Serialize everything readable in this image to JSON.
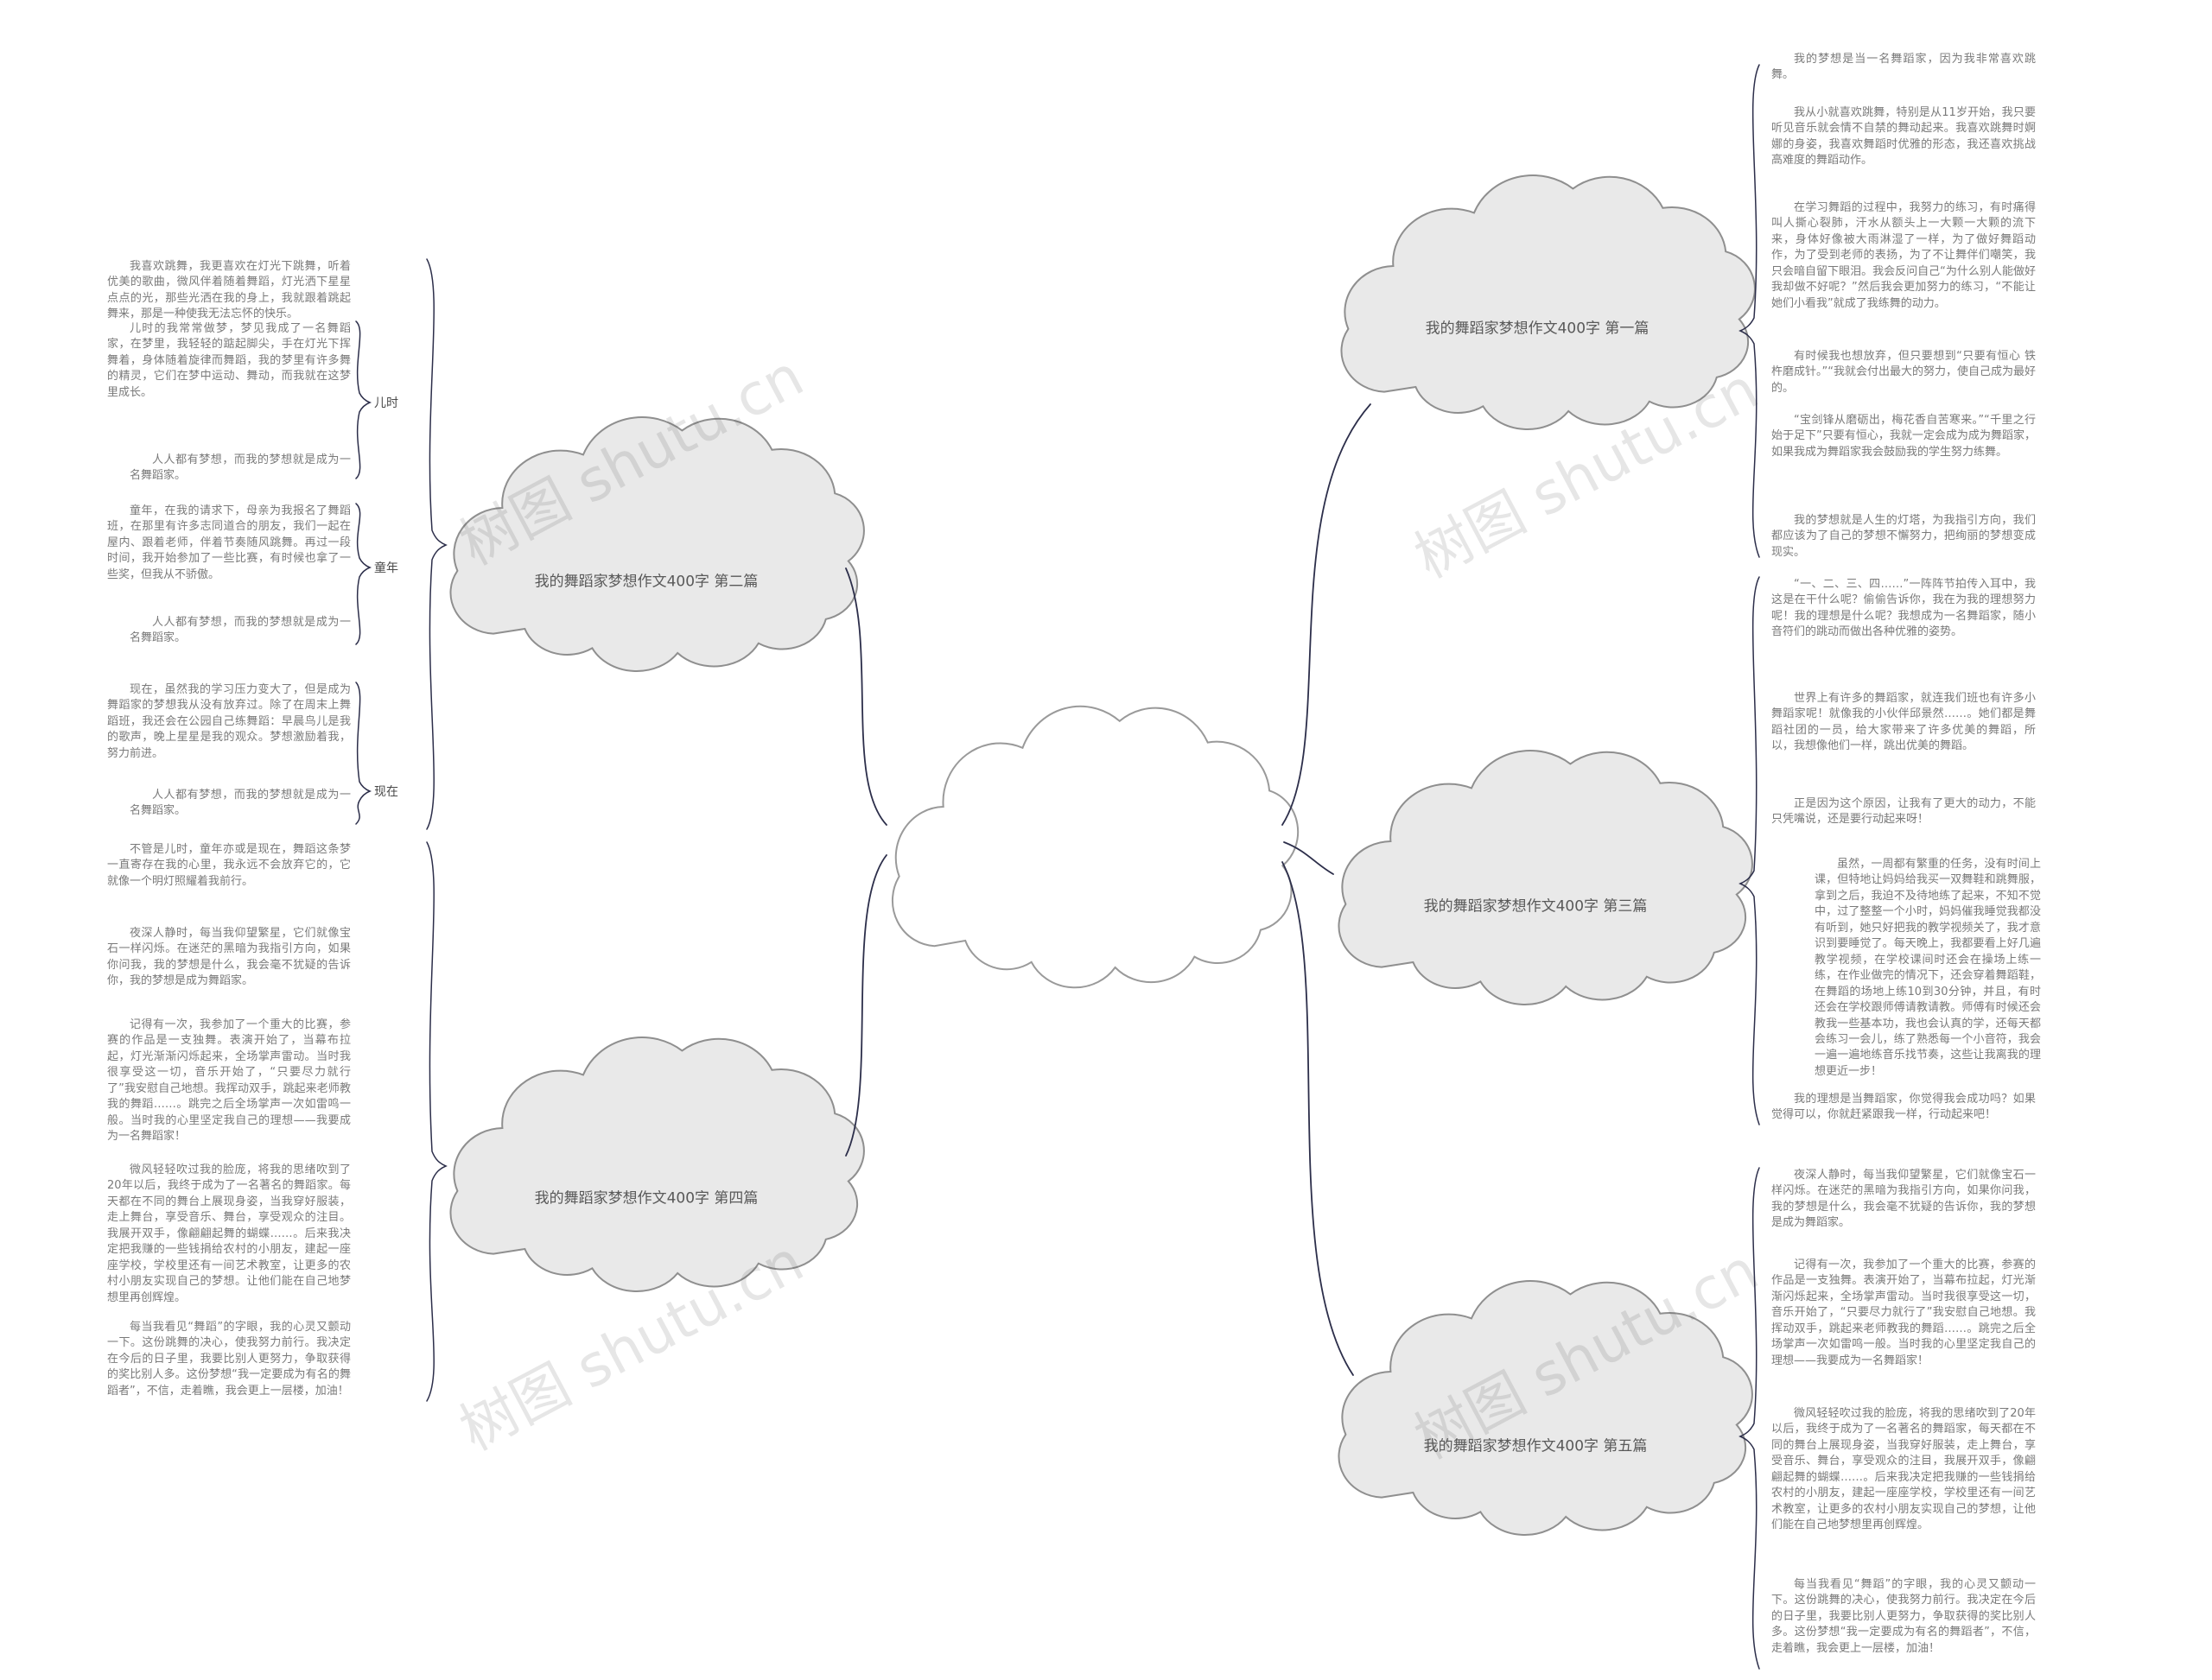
{
  "meta": {
    "site_cn": "树图",
    "site_domain": "shutu.cn"
  },
  "colors": {
    "cloud_fill": "#e9e9e9",
    "cloud_stroke": "#8f8f8f",
    "line": "#2c2e4a",
    "text": "#7a7a7a"
  },
  "branches": [
    "我的舞蹈家梦想作文400字 第一篇",
    "我的舞蹈家梦想作文400字 第二篇",
    "我的舞蹈家梦想作文400字 第三篇",
    "我的舞蹈家梦想作文400字 第四篇",
    "我的舞蹈家梦想作文400字 第五篇"
  ],
  "stage_labels": [
    "儿时",
    "童年",
    "现在"
  ],
  "left_blocks": [
    "我喜欢跳舞，我更喜欢在灯光下跳舞，听着优美的歌曲，微风伴着随着舞蹈，灯光洒下星星点点的光，那些光洒在我的身上，我就跟着跳起舞来，那是一种使我无法忘怀的快乐。",
    "儿时的我常常做梦，梦见我成了一名舞蹈家，在梦里，我轻轻的踮起脚尖，手在灯光下挥舞着，身体随着旋律而舞蹈，我的梦里有许多舞的精灵，它们在梦中运动、舞动，而我就在这梦里成长。",
    "人人都有梦想，而我的梦想就是成为一名舞蹈家。",
    "童年，在我的请求下，母亲为我报名了舞蹈班，在那里有许多志同道合的朋友，我们一起在屋内、跟着老师，伴着节奏随风跳舞。再过一段时间，我开始参加了一些比赛，有时候也拿了一些奖，但我从不骄傲。",
    "人人都有梦想，而我的梦想就是成为一名舞蹈家。",
    "现在，虽然我的学习压力变大了，但是成为舞蹈家的梦想我从没有放弃过。除了在周末上舞蹈班，我还会在公园自己练舞蹈：早晨鸟儿是我的歌声，晚上星星是我的观众。梦想激励着我，努力前进。",
    "人人都有梦想，而我的梦想就是成为一名舞蹈家。",
    "不管是儿时，童年亦或是现在，舞蹈这条梦一直寄存在我的心里，我永远不会放弃它的，它就像一个明灯照耀着我前行。",
    "夜深人静时，每当我仰望繁星，它们就像宝石一样闪烁。在迷茫的黑暗为我指引方向，如果你问我，我的梦想是什么，我会毫不犹疑的告诉你，我的梦想是成为舞蹈家。",
    "记得有一次，我参加了一个重大的比赛，参赛的作品是一支独舞。表演开始了，当幕布拉起，灯光渐渐闪烁起来，全场掌声雷动。当时我很享受这一切，音乐开始了，“只要尽力就行了”我安慰自己地想。我挥动双手，跳起来老师教我的舞蹈……。跳完之后全场掌声一次如雷鸣一般。当时我的心里坚定我自己的理想——我要成为一名舞蹈家！",
    "微风轻轻吹过我的脸庞，将我的思绪吹到了20年以后，我终于成为了一名著名的舞蹈家。每天都在不同的舞台上展现身姿，当我穿好服装，走上舞台，享受音乐、舞台，享受观众的注目。我展开双手，像翩翩起舞的蝴蝶……。后来我决定把我赚的一些钱捐给农村的小朋友，建起一座座学校，学校里还有一间艺术教室，让更多的农村小朋友实现自己的梦想。让他们能在自己地梦想里再创辉煌。",
    "每当我看见“舞蹈”的字眼，我的心灵又颤动一下。这份跳舞的决心，使我努力前行。我决定在今后的日子里，我要比别人更努力，争取获得的奖比别人多。这份梦想“我一定要成为有名的舞蹈者”，不信，走着瞧，我会更上一层楼，加油！"
  ],
  "right_blocks": [
    "我的梦想是当一名舞蹈家，因为我非常喜欢跳舞。",
    "我从小就喜欢跳舞，特别是从11岁开始，我只要听见音乐就会情不自禁的舞动起来。我喜欢跳舞时婀娜的身姿，我喜欢舞蹈时优雅的形态，我还喜欢挑战高难度的舞蹈动作。",
    "在学习舞蹈的过程中，我努力的练习，有时痛得叫人撕心裂肺，汗水从额头上一大颗一大颗的流下来，身体好像被大雨淋湿了一样，为了做好舞蹈动作，为了受到老师的表扬，为了不让舞伴们嘲笑，我只会暗自留下眼泪。我会反问自己“为什么别人能做好我却做不好呢？”然后我会更加努力的练习，“不能让她们小看我”就成了我练舞的动力。",
    "有时候我也想放弃，但只要想到“只要有恒心 铁杵磨成针。”“我就会付出最大的努力，使自己成为最好的。",
    "“宝剑锋从磨砺出，梅花香自苦寒来。”“千里之行始于足下”只要有恒心，我就一定会成为成为舞蹈家，如果我成为舞蹈家我会鼓励我的学生努力练舞。",
    "我的梦想就是人生的灯塔，为我指引方向，我们都应该为了自己的梦想不懈努力，把绚丽的梦想变成现实。",
    "“一、二、三、四……”一阵阵节拍传入耳中，我这是在干什么呢？偷偷告诉你，我在为我的理想努力呢！我的理想是什么呢？我想成为一名舞蹈家，随小音符们的跳动而做出各种优雅的姿势。",
    "世界上有许多的舞蹈家，就连我们班也有许多小舞蹈家呢！就像我的小伙伴邱景然……。她们都是舞蹈社团的一员，给大家带来了许多优美的舞蹈，所以，我想像他们一样，跳出优美的舞蹈。",
    "正是因为这个原因，让我有了更大的动力，不能只凭嘴说，还是要行动起来呀！",
    "虽然，一周都有繁重的任务，没有时间上课，但特地让妈妈给我买一双舞鞋和跳舞服，拿到之后，我迫不及待地练了起来，不知不觉中，过了整整一个小时，妈妈催我睡觉我都没有听到，她只好把我的教学视频关了，我才意识到要睡觉了。每天晚上，我都要看上好几遍教学视频，在学校课间时还会在操场上练一练，在作业做完的情况下，还会穿着舞蹈鞋，在舞蹈的场地上练10到30分钟，并且，有时还会在学校跟师傅请教请教。师傅有时候还会教我一些基本功，我也会认真的学，还每天都会练习一会儿，练了熟悉每一个小音符，我会一遍一遍地练音乐找节奏，这些让我离我的理想更近一步！",
    "我的理想是当舞蹈家，你觉得我会成功吗？如果觉得可以，你就赶紧跟我一样，行动起来吧！",
    "夜深人静时，每当我仰望繁星，它们就像宝石一样闪烁。在迷茫的黑暗为我指引方向，如果你问我，我的梦想是什么，我会毫不犹疑的告诉你，我的梦想是成为舞蹈家。",
    "记得有一次，我参加了一个重大的比赛，参赛的作品是一支独舞。表演开始了，当幕布拉起，灯光渐渐闪烁起来，全场掌声雷动。当时我很享受这一切，音乐开始了，“只要尽力就行了”我安慰自己地想。我挥动双手，跳起来老师教我的舞蹈……。跳完之后全场掌声一次如雷鸣一般。当时我的心里坚定我自己的理想——我要成为一名舞蹈家！",
    "微风轻轻吹过我的脸庞，将我的思绪吹到了20年以后，我终于成为了一名著名的舞蹈家，每天都在不同的舞台上展现身姿，当我穿好服装，走上舞台，享受音乐、舞台，享受观众的注目，我展开双手，像翩翩起舞的蝴蝶……。后来我决定把我赚的一些钱捐给农村的小朋友，建起一座座学校，学校里还有一间艺术教室，让更多的农村小朋友实现自己的梦想，让他们能在自己地梦想里再创辉煌。",
    "每当我看见“舞蹈”的字眼，我的心灵又颤动一下。这份跳舞的决心，使我努力前行。我决定在今后的日子里，我要比别人更努力，争取获得的奖比别人多。这份梦想“我一定要成为有名的舞蹈者”，不信，走着瞧，我会更上一层楼，加油！"
  ]
}
